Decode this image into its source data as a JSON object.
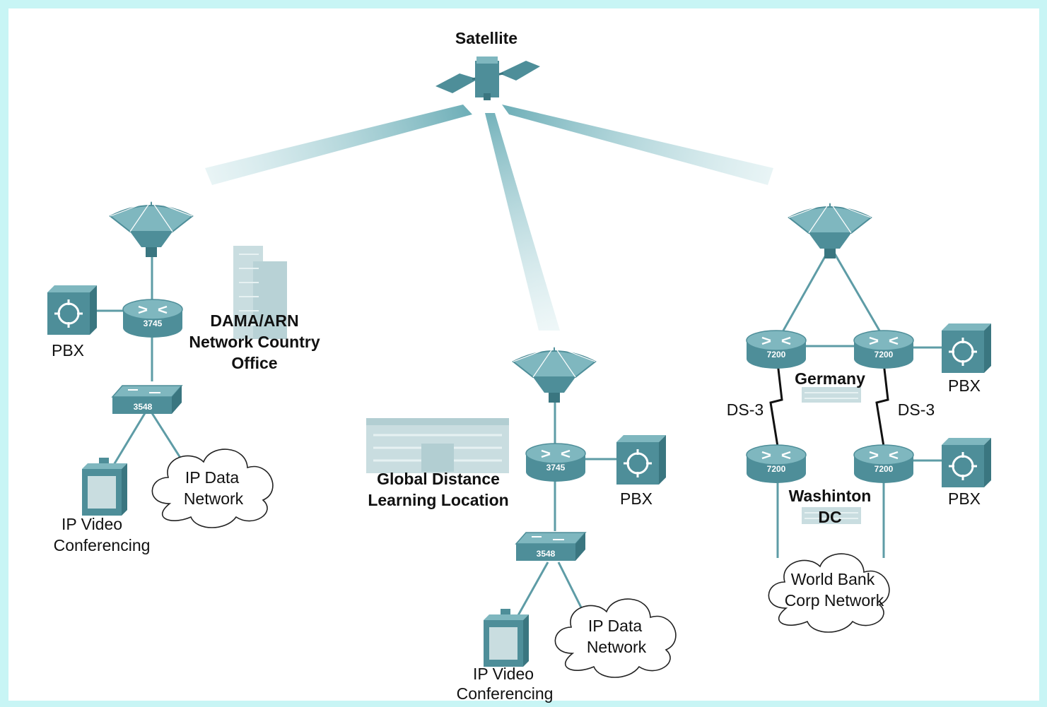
{
  "labels": {
    "satellite": "Satellite",
    "country_office": [
      "DAMA/ARN",
      "Network Country",
      "Office"
    ],
    "pbx": "PBX",
    "ip_data_network": [
      "IP Data",
      "Network"
    ],
    "ip_video_conferencing": [
      "IP Video",
      "Conferencing"
    ],
    "global_distance_learning": [
      "Global Distance",
      "Learning Location"
    ],
    "germany": "Germany",
    "washington_dc": [
      "Washinton",
      "DC"
    ],
    "world_bank_corp_network": [
      "World Bank",
      "Corp Network"
    ],
    "ds3": "DS-3"
  },
  "devices": {
    "router_3745": "3745",
    "router_7200": "7200",
    "switch_3548": "3548"
  },
  "colors": {
    "device_teal": "#4E8E99",
    "device_top": "#7FB7BF",
    "link": "#5E9CA6",
    "beam": "#86BDC4",
    "building": "#C9DDE0",
    "frame_border": "#C8F5F5"
  }
}
